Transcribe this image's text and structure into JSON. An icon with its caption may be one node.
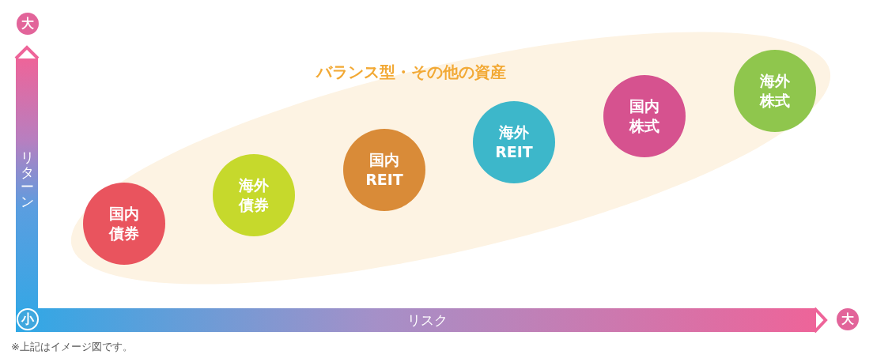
{
  "diagram": {
    "nodes": [
      {
        "text": [
          "大"
        ]
      },
      {
        "text": [
          "バランス型・その他の資産"
        ]
      },
      {
        "text": [
          "国内債券"
        ],
        "in": 1
      },
      {
        "text": [
          "海外債券"
        ],
        "in": 1
      },
      {
        "text": [
          "国内REIT"
        ],
        "in": 1
      },
      {
        "text": [
          "海外REIT"
        ],
        "in": 1
      },
      {
        "text": [
          "国内株式"
        ],
        "in": 1
      },
      {
        "text": [
          "海外株式"
        ],
        "in": 1
      },
      {
        "text": [
          "小"
        ]
      },
      {
        "text": [
          "大"
        ]
      }
    ],
    "labels": [
      "リターン",
      "リスク",
      "※上記はイメージ図です。"
    ]
  }
}
